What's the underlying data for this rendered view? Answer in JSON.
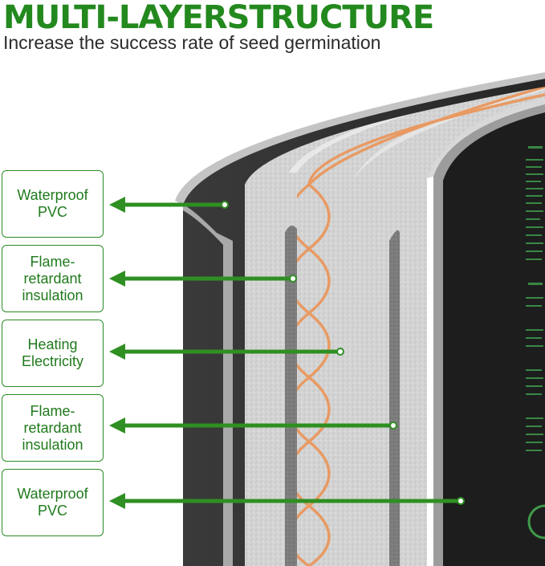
{
  "header": {
    "title": "MULTI-LAYERSTRUCTURE",
    "subtitle": "Increase the success rate of seed germination"
  },
  "layers": [
    {
      "label": "Waterproof\nPVC"
    },
    {
      "label": "Flame-\nretardant\ninsulation"
    },
    {
      "label": "Heating\nElectricity"
    },
    {
      "label": "Flame-\nretardant\ninsulation"
    },
    {
      "label": "Waterproof\nPVC"
    }
  ],
  "colors": {
    "accent_green": "#23891e",
    "arrow_green": "#2f8f22",
    "heating_wire": "#e89a63",
    "pvc_dark": "#2b2b2b",
    "insulation_gray": "#cfcfcf"
  }
}
